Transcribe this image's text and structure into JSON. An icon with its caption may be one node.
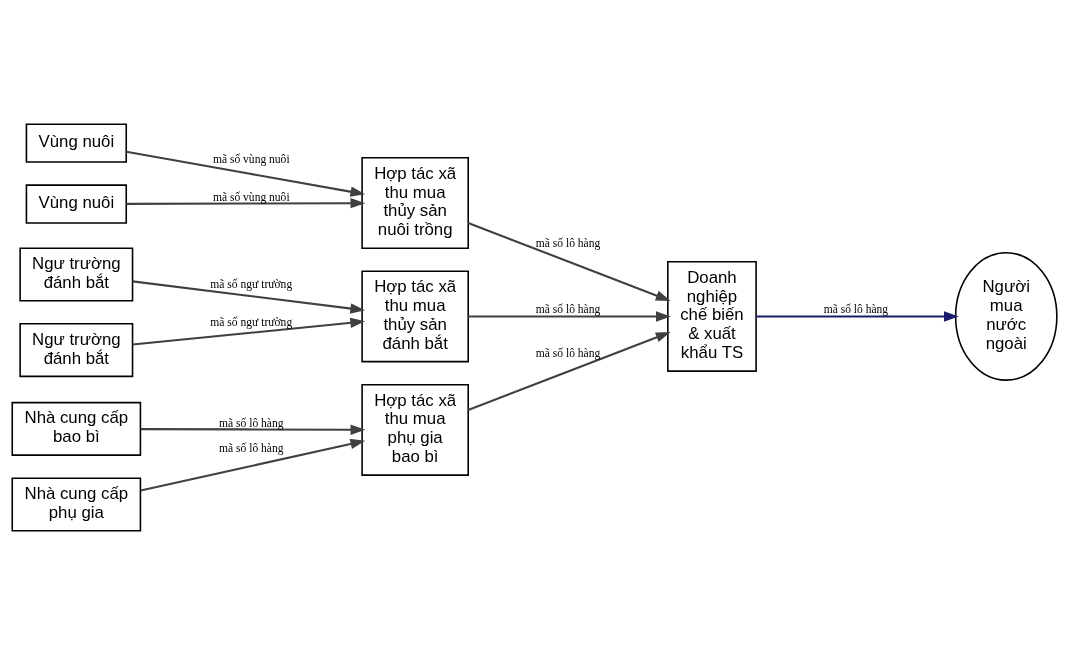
{
  "diagram": {
    "nodes": [
      {
        "text": [
          "Ngư trường đánh bắt"
        ]
      },
      {
        "text": [
          "Ngư trường đánh bắt"
        ]
      },
      {
        "text": [
          "Hợp tác xã thu mua thủy sản đánh bắt"
        ]
      },
      {
        "text": [
          "Vùng nuôi"
        ]
      },
      {
        "text": [
          "Vùng nuôi"
        ]
      },
      {
        "text": [
          "Hợp tác xã thu mua thủy sản nuôi trồng"
        ]
      },
      {
        "text": [
          "Nhà cung cấp phụ gia"
        ]
      },
      {
        "text": [
          "Nhà cung cấp bao bì"
        ]
      },
      {
        "text": [
          "Hợp tác xã thu mua phụ gia bao bì"
        ]
      },
      {
        "text": [
          "Doanh nghiệp chế biến & xuất khẩu TS"
        ]
      },
      {
        "text": [
          "Người mua nước ngoài"
        ]
      }
    ],
    "edges": [
      {
        "from": 0,
        "to": 2,
        "arrow": "to",
        "label": "mã số ngư trường"
      },
      {
        "from": 1,
        "to": 2,
        "arrow": "to",
        "label": "mã số ngư trường"
      },
      {
        "from": 3,
        "to": 5,
        "arrow": "to",
        "label": "mã số vùng nuôi"
      },
      {
        "from": 4,
        "to": 5,
        "arrow": "to",
        "label": "mã số vùng nuôi"
      },
      {
        "from": 6,
        "to": 8,
        "arrow": "to",
        "label": "mã số lô hàng"
      },
      {
        "from": 7,
        "to": 8,
        "arrow": "to",
        "label": "mã số lô hàng"
      },
      {
        "from": 2,
        "to": 9,
        "arrow": "to",
        "label": "mã số lô hàng"
      },
      {
        "from": 5,
        "to": 9,
        "arrow": "to",
        "label": "mã số lô hàng"
      },
      {
        "from": 8,
        "to": 9,
        "arrow": "to",
        "label": "mã số lô hàng"
      },
      {
        "from": 9,
        "to": 10,
        "arrow": "to",
        "label": "mã số lô hàng",
        "color": "#1c1c6e"
      }
    ]
  }
}
